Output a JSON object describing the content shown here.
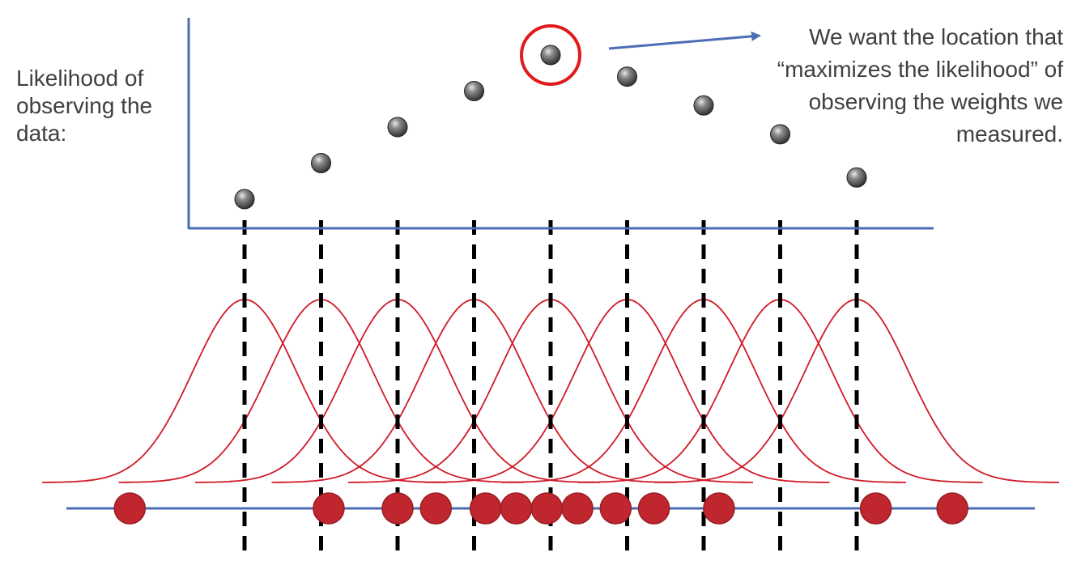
{
  "y_axis_label": [
    "Likelihood of",
    "observing the",
    "data:"
  ],
  "callout_text": [
    "We want the location that",
    "“maximizes the likelihood” of",
    "observing the weights we",
    "measured."
  ],
  "colors": {
    "axis": "#4a6db5",
    "curve": "#d01a26",
    "data_point": "#c0262e",
    "data_point_edge": "#9a1e24",
    "likelihood_point": "#555555",
    "highlight_circle": "#e01b1b",
    "arrow": "#4a6db5",
    "dashed_line": "#000000"
  },
  "chart_data": {
    "type": "scatter",
    "title": "",
    "xlabel": "",
    "ylabel": "Likelihood of observing the data:",
    "candidate_locations": [
      1,
      2,
      3,
      4,
      5,
      6,
      7,
      8,
      9
    ],
    "likelihood_values": [
      1,
      2,
      3,
      4,
      5,
      4.4,
      3.6,
      2.8,
      1.6
    ],
    "max_likelihood_index": 4,
    "observed_weights": [
      -0.5,
      2.1,
      3.0,
      3.5,
      4.15,
      4.55,
      4.95,
      5.35,
      5.85,
      6.35,
      7.2,
      9.25,
      10.25
    ],
    "distribution": "normal"
  }
}
